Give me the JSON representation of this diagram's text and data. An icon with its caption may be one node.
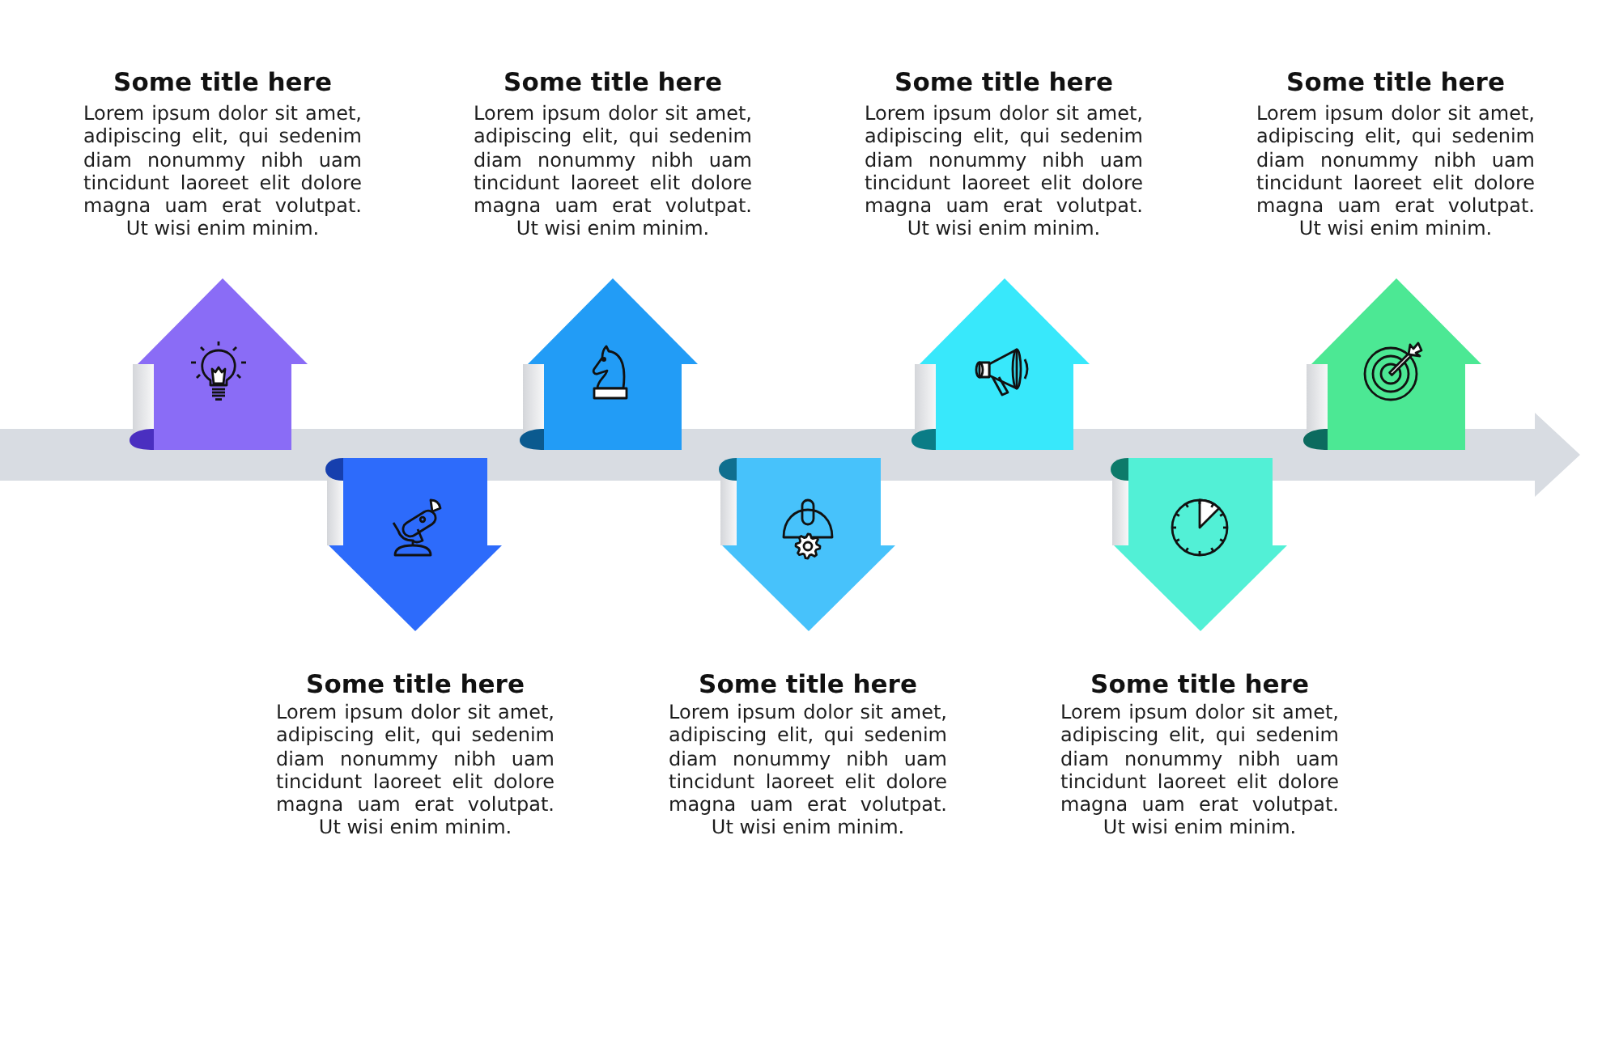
{
  "diagram": {
    "nodes": [
      {
        "text": [],
        "shape": "arrow",
        "beside": [
          "Some title here",
          "Lorem ipsum dolor sit amet, adipiscing elit, qui sedenim diam nonummy nibh uam tincidunt laoreet elit dolore magna uam erat volutpat. Ut wisi enim minim."
        ]
      },
      {
        "text": [],
        "shape": "arrow",
        "beside": [
          "Some title here",
          "Lorem ipsum dolor sit amet, adipiscing elit, qui sedenim diam nonummy nibh uam tincidunt laoreet elit dolore magna uam erat volutpat. Ut wisi enim minim."
        ]
      },
      {
        "text": [],
        "shape": "arrow",
        "beside": [
          "Some title here",
          "Lorem ipsum dolor sit amet, adipiscing elit, qui sedenim diam nonummy nibh uam tincidunt laoreet elit dolore magna uam erat volutpat. Ut wisi enim minim."
        ]
      },
      {
        "text": [],
        "shape": "arrow",
        "beside": [
          "Some title here",
          "Lorem ipsum dolor sit amet, adipiscing elit, qui sedenim diam nonummy nibh uam tincidunt laoreet elit dolore magna uam erat volutpat. Ut wisi enim minim."
        ]
      },
      {
        "text": [],
        "shape": "arrow",
        "beside": [
          "Some title here",
          "Lorem ipsum dolor sit amet, adipiscing elit, qui sedenim diam nonummy nibh uam tincidunt laoreet elit dolore magna uam erat volutpat. Ut wisi enim minim."
        ]
      },
      {
        "text": [],
        "shape": "arrow",
        "beside": [
          "Some title here",
          "Lorem ipsum dolor sit amet, adipiscing elit, qui sedenim diam nonummy nibh uam tincidunt laoreet elit dolore magna uam erat volutpat. Ut wisi enim minim."
        ]
      },
      {
        "text": [],
        "shape": "arrow",
        "beside": [
          "Some title here",
          "Lorem ipsum dolor sit amet, adipiscing elit, qui sedenim diam nonummy nibh uam tincidunt laoreet elit dolore magna uam erat volutpat. Ut wisi enim minim."
        ]
      }
    ]
  }
}
